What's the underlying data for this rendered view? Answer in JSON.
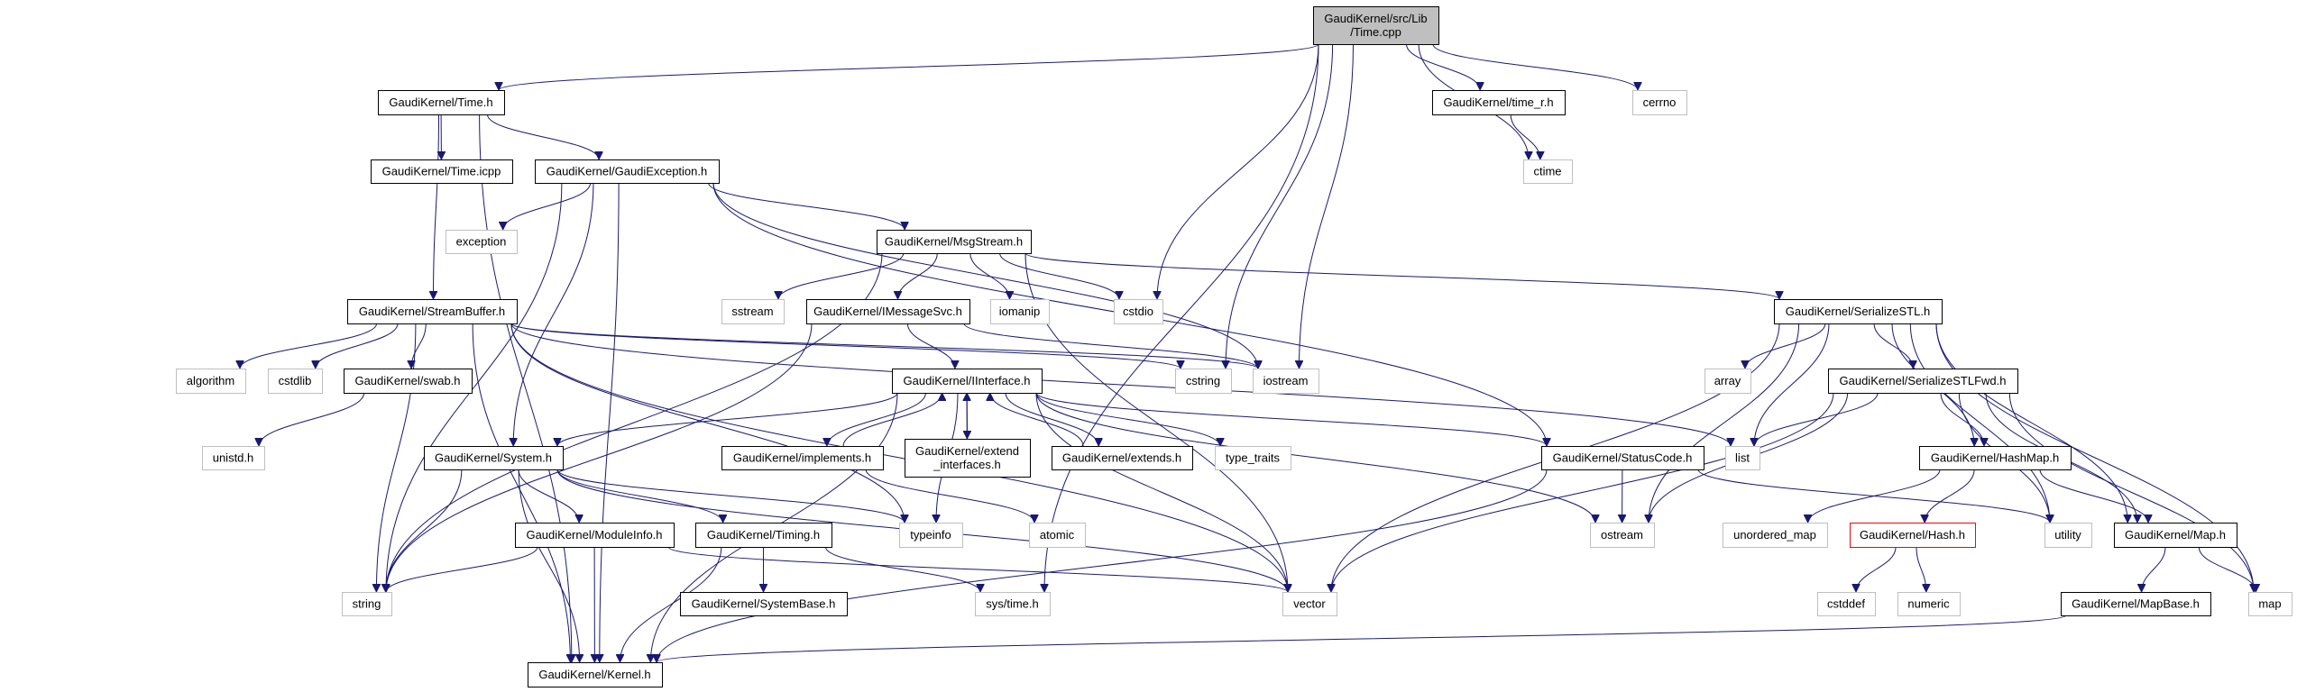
{
  "title": "GaudiKernel/src/Lib/Time.cpp include dependency graph",
  "colors": {
    "edge": "#191970",
    "root_fill": "#bfbfbf",
    "node_border": "#000000",
    "external_border": "#bfbfbf",
    "missing_border": "#ff0000"
  },
  "nodes": [
    {
      "id": "time_cpp",
      "lines": [
        "GaudiKernel/src/Lib",
        "/Time.cpp"
      ],
      "kind": "root"
    },
    {
      "id": "time_h",
      "lines": [
        "GaudiKernel/Time.h"
      ],
      "kind": "local"
    },
    {
      "id": "time_r_h",
      "lines": [
        "GaudiKernel/time_r.h"
      ],
      "kind": "local"
    },
    {
      "id": "cerrno",
      "lines": [
        "cerrno"
      ],
      "kind": "ext"
    },
    {
      "id": "ctime",
      "lines": [
        "ctime"
      ],
      "kind": "ext"
    },
    {
      "id": "time_icpp",
      "lines": [
        "GaudiKernel/Time.icpp"
      ],
      "kind": "local"
    },
    {
      "id": "gaudiexception_h",
      "lines": [
        "GaudiKernel/GaudiException.h"
      ],
      "kind": "local"
    },
    {
      "id": "exception",
      "lines": [
        "exception"
      ],
      "kind": "ext"
    },
    {
      "id": "msgstream_h",
      "lines": [
        "GaudiKernel/MsgStream.h"
      ],
      "kind": "local"
    },
    {
      "id": "streambuffer_h",
      "lines": [
        "GaudiKernel/StreamBuffer.h"
      ],
      "kind": "local"
    },
    {
      "id": "sstream",
      "lines": [
        "sstream"
      ],
      "kind": "ext"
    },
    {
      "id": "imessagesvc_h",
      "lines": [
        "GaudiKernel/IMessageSvc.h"
      ],
      "kind": "local"
    },
    {
      "id": "iomanip",
      "lines": [
        "iomanip"
      ],
      "kind": "ext"
    },
    {
      "id": "cstdio",
      "lines": [
        "cstdio"
      ],
      "kind": "ext"
    },
    {
      "id": "serializestl_h",
      "lines": [
        "GaudiKernel/SerializeSTL.h"
      ],
      "kind": "local"
    },
    {
      "id": "algorithm",
      "lines": [
        "algorithm"
      ],
      "kind": "ext"
    },
    {
      "id": "cstdlib",
      "lines": [
        "cstdlib"
      ],
      "kind": "ext"
    },
    {
      "id": "swab_h",
      "lines": [
        "GaudiKernel/swab.h"
      ],
      "kind": "local"
    },
    {
      "id": "iinterface_h",
      "lines": [
        "GaudiKernel/IInterface.h"
      ],
      "kind": "local"
    },
    {
      "id": "cstring",
      "lines": [
        "cstring"
      ],
      "kind": "ext"
    },
    {
      "id": "iostream",
      "lines": [
        "iostream"
      ],
      "kind": "ext"
    },
    {
      "id": "array",
      "lines": [
        "array"
      ],
      "kind": "ext"
    },
    {
      "id": "serializestlfwd_h",
      "lines": [
        "GaudiKernel/SerializeSTLFwd.h"
      ],
      "kind": "local"
    },
    {
      "id": "unistd_h",
      "lines": [
        "unistd.h"
      ],
      "kind": "ext"
    },
    {
      "id": "system_h",
      "lines": [
        "GaudiKernel/System.h"
      ],
      "kind": "local"
    },
    {
      "id": "implements_h",
      "lines": [
        "GaudiKernel/implements.h"
      ],
      "kind": "local"
    },
    {
      "id": "extend_interfaces_h",
      "lines": [
        "GaudiKernel/extend",
        "_interfaces.h"
      ],
      "kind": "local"
    },
    {
      "id": "extends_h",
      "lines": [
        "GaudiKernel/extends.h"
      ],
      "kind": "local"
    },
    {
      "id": "type_traits",
      "lines": [
        "type_traits"
      ],
      "kind": "ext"
    },
    {
      "id": "statuscode_h",
      "lines": [
        "GaudiKernel/StatusCode.h"
      ],
      "kind": "local"
    },
    {
      "id": "list",
      "lines": [
        "list"
      ],
      "kind": "ext"
    },
    {
      "id": "hashmap_h",
      "lines": [
        "GaudiKernel/HashMap.h"
      ],
      "kind": "local"
    },
    {
      "id": "moduleinfo_h",
      "lines": [
        "GaudiKernel/ModuleInfo.h"
      ],
      "kind": "local"
    },
    {
      "id": "timing_h",
      "lines": [
        "GaudiKernel/Timing.h"
      ],
      "kind": "local"
    },
    {
      "id": "typeinfo",
      "lines": [
        "typeinfo"
      ],
      "kind": "ext"
    },
    {
      "id": "atomic",
      "lines": [
        "atomic"
      ],
      "kind": "ext"
    },
    {
      "id": "ostream",
      "lines": [
        "ostream"
      ],
      "kind": "ext"
    },
    {
      "id": "unordered_map",
      "lines": [
        "unordered_map"
      ],
      "kind": "ext"
    },
    {
      "id": "hash_h",
      "lines": [
        "GaudiKernel/Hash.h"
      ],
      "kind": "red"
    },
    {
      "id": "utility",
      "lines": [
        "utility"
      ],
      "kind": "ext"
    },
    {
      "id": "map_h",
      "lines": [
        "GaudiKernel/Map.h"
      ],
      "kind": "local"
    },
    {
      "id": "string",
      "lines": [
        "string"
      ],
      "kind": "ext"
    },
    {
      "id": "systembase_h",
      "lines": [
        "GaudiKernel/SystemBase.h"
      ],
      "kind": "local"
    },
    {
      "id": "sys_time_h",
      "lines": [
        "sys/time.h"
      ],
      "kind": "ext"
    },
    {
      "id": "vector",
      "lines": [
        "vector"
      ],
      "kind": "ext"
    },
    {
      "id": "cstddef",
      "lines": [
        "cstddef"
      ],
      "kind": "ext"
    },
    {
      "id": "numeric",
      "lines": [
        "numeric"
      ],
      "kind": "ext"
    },
    {
      "id": "mapbase_h",
      "lines": [
        "GaudiKernel/MapBase.h"
      ],
      "kind": "local"
    },
    {
      "id": "map",
      "lines": [
        "map"
      ],
      "kind": "ext"
    },
    {
      "id": "kernel_h",
      "lines": [
        "GaudiKernel/Kernel.h"
      ],
      "kind": "local"
    }
  ],
  "edges": [
    [
      "time_cpp",
      "time_h"
    ],
    [
      "time_cpp",
      "time_r_h"
    ],
    [
      "time_cpp",
      "cerrno"
    ],
    [
      "time_cpp",
      "ctime"
    ],
    [
      "time_cpp",
      "cstdio"
    ],
    [
      "time_cpp",
      "cstring"
    ],
    [
      "time_cpp",
      "iostream"
    ],
    [
      "time_cpp",
      "sys_time_h"
    ],
    [
      "time_r_h",
      "ctime"
    ],
    [
      "time_h",
      "time_icpp"
    ],
    [
      "time_h",
      "gaudiexception_h"
    ],
    [
      "time_h",
      "streambuffer_h"
    ],
    [
      "time_h",
      "kernel_h"
    ],
    [
      "gaudiexception_h",
      "exception"
    ],
    [
      "gaudiexception_h",
      "msgstream_h"
    ],
    [
      "gaudiexception_h",
      "system_h"
    ],
    [
      "gaudiexception_h",
      "statuscode_h"
    ],
    [
      "gaudiexception_h",
      "iostream"
    ],
    [
      "gaudiexception_h",
      "string"
    ],
    [
      "gaudiexception_h",
      "kernel_h"
    ],
    [
      "msgstream_h",
      "sstream"
    ],
    [
      "msgstream_h",
      "imessagesvc_h"
    ],
    [
      "msgstream_h",
      "iomanip"
    ],
    [
      "msgstream_h",
      "cstdio"
    ],
    [
      "msgstream_h",
      "serializestl_h"
    ],
    [
      "msgstream_h",
      "string"
    ],
    [
      "msgstream_h",
      "vector"
    ],
    [
      "streambuffer_h",
      "algorithm"
    ],
    [
      "streambuffer_h",
      "cstdlib"
    ],
    [
      "streambuffer_h",
      "swab_h"
    ],
    [
      "streambuffer_h",
      "cstring"
    ],
    [
      "streambuffer_h",
      "iostream"
    ],
    [
      "streambuffer_h",
      "list"
    ],
    [
      "streambuffer_h",
      "string"
    ],
    [
      "streambuffer_h",
      "typeinfo"
    ],
    [
      "streambuffer_h",
      "vector"
    ],
    [
      "streambuffer_h",
      "kernel_h"
    ],
    [
      "swab_h",
      "unistd_h"
    ],
    [
      "imessagesvc_h",
      "iinterface_h"
    ],
    [
      "imessagesvc_h",
      "iostream"
    ],
    [
      "imessagesvc_h",
      "string"
    ],
    [
      "iinterface_h",
      "system_h"
    ],
    [
      "iinterface_h",
      "implements_h"
    ],
    [
      "iinterface_h",
      "extend_interfaces_h"
    ],
    [
      "iinterface_h",
      "extends_h"
    ],
    [
      "iinterface_h",
      "type_traits"
    ],
    [
      "iinterface_h",
      "statuscode_h"
    ],
    [
      "iinterface_h",
      "ostream"
    ],
    [
      "iinterface_h",
      "typeinfo"
    ],
    [
      "iinterface_h",
      "vector"
    ],
    [
      "iinterface_h",
      "kernel_h"
    ],
    [
      "implements_h",
      "iinterface_h"
    ],
    [
      "implements_h",
      "atomic"
    ],
    [
      "extend_interfaces_h",
      "iinterface_h"
    ],
    [
      "extends_h",
      "iinterface_h"
    ],
    [
      "system_h",
      "moduleinfo_h"
    ],
    [
      "system_h",
      "timing_h"
    ],
    [
      "system_h",
      "string"
    ],
    [
      "system_h",
      "typeinfo"
    ],
    [
      "system_h",
      "vector"
    ],
    [
      "system_h",
      "kernel_h"
    ],
    [
      "moduleinfo_h",
      "string"
    ],
    [
      "moduleinfo_h",
      "vector"
    ],
    [
      "moduleinfo_h",
      "kernel_h"
    ],
    [
      "timing_h",
      "systembase_h"
    ],
    [
      "timing_h",
      "sys_time_h"
    ],
    [
      "timing_h",
      "kernel_h"
    ],
    [
      "statuscode_h",
      "ostream"
    ],
    [
      "statuscode_h",
      "utility"
    ],
    [
      "statuscode_h",
      "kernel_h"
    ],
    [
      "serializestl_h",
      "array"
    ],
    [
      "serializestl_h",
      "serializestlfwd_h"
    ],
    [
      "serializestl_h",
      "list"
    ],
    [
      "serializestl_h",
      "hashmap_h"
    ],
    [
      "serializestl_h",
      "ostream"
    ],
    [
      "serializestl_h",
      "vector"
    ],
    [
      "serializestl_h",
      "utility"
    ],
    [
      "serializestl_h",
      "map_h"
    ],
    [
      "serializestl_h",
      "map"
    ],
    [
      "serializestlfwd_h",
      "list"
    ],
    [
      "serializestlfwd_h",
      "hashmap_h"
    ],
    [
      "serializestlfwd_h",
      "ostream"
    ],
    [
      "serializestlfwd_h",
      "vector"
    ],
    [
      "serializestlfwd_h",
      "utility"
    ],
    [
      "serializestlfwd_h",
      "map_h"
    ],
    [
      "serializestlfwd_h",
      "map"
    ],
    [
      "hashmap_h",
      "unordered_map"
    ],
    [
      "hashmap_h",
      "hash_h"
    ],
    [
      "hashmap_h",
      "map_h"
    ],
    [
      "hash_h",
      "cstddef"
    ],
    [
      "hash_h",
      "numeric"
    ],
    [
      "map_h",
      "mapbase_h"
    ],
    [
      "map_h",
      "map"
    ],
    [
      "mapbase_h",
      "kernel_h"
    ]
  ]
}
